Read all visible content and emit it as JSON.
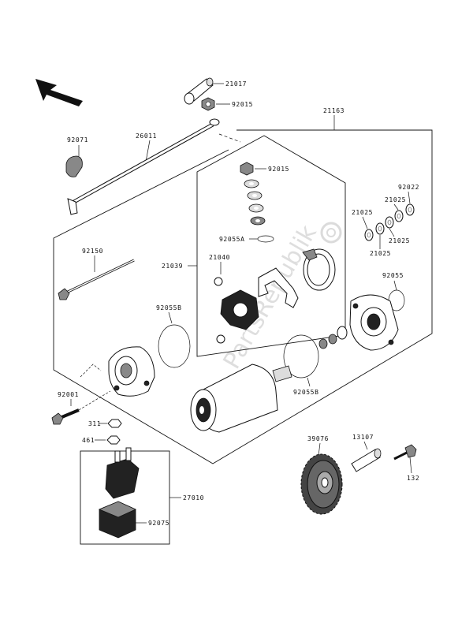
{
  "watermark": "PartsRepublik",
  "direction_icon": "arrow-up-left-icon",
  "labels": {
    "p21017": "21017",
    "p92015a": "92015",
    "p21163": "21163",
    "p92071": "92071",
    "p26011": "26011",
    "p92015b": "92015",
    "p92022": "92022",
    "p21025a": "21025",
    "p21025b": "21025",
    "p21025c": "21025",
    "p21025d": "21025",
    "p92055a": "92055A",
    "p92150": "92150",
    "p21040": "21040",
    "p21039": "21039",
    "p92055": "92055",
    "p92055b": "92055B",
    "p92001": "92001",
    "p92055c": "92055B",
    "p311": "311",
    "p461": "461",
    "p39076": "39076",
    "p13107": "13107",
    "p132": "132",
    "p27010": "27010",
    "p92075": "92075"
  }
}
